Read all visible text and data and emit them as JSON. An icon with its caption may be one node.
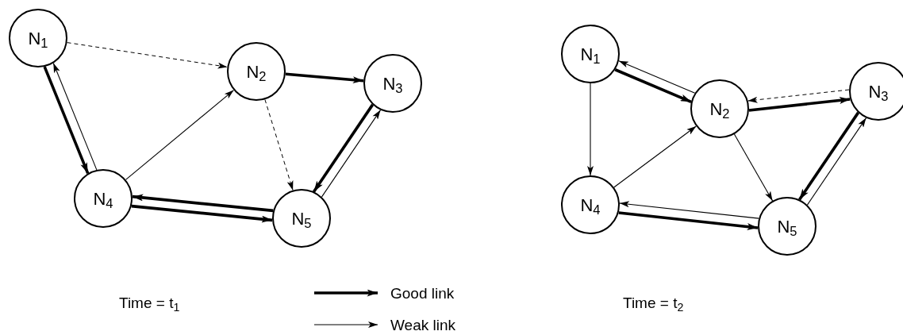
{
  "diagram": {
    "nodes": [
      {
        "text": [
          "N$_{1}$"
        ]
      },
      {
        "text": [
          "N$_{2}$"
        ]
      },
      {
        "text": [
          "N$_{3}$"
        ]
      },
      {
        "text": [
          "N$_{4}$"
        ]
      },
      {
        "text": [
          "N$_{5}$"
        ]
      },
      {
        "text": [
          "N$_{1}$"
        ]
      },
      {
        "text": [
          "N$_{2}$"
        ]
      },
      {
        "text": [
          "N$_{3}$"
        ]
      },
      {
        "text": [
          "N$_{4}$"
        ]
      },
      {
        "text": [
          "N$_{5}$"
        ]
      }
    ],
    "edges": [
      {
        "from": 0,
        "to": 1,
        "arrow": "to",
        "style": "dashed"
      },
      {
        "from": 1,
        "to": 2,
        "arrow": "to",
        "style": "thick"
      },
      {
        "from": 1,
        "to": 4,
        "arrow": "to",
        "style": "dashed"
      },
      {
        "from": 0,
        "to": 3,
        "arrow": "to",
        "style": "thick"
      },
      {
        "from": 3,
        "to": 0,
        "arrow": "to"
      },
      {
        "from": 3,
        "to": 1,
        "arrow": "to"
      },
      {
        "from": 2,
        "to": 4,
        "arrow": "to",
        "style": "thick"
      },
      {
        "from": 4,
        "to": 2,
        "arrow": "to"
      },
      {
        "from": 4,
        "to": 3,
        "arrow": "to",
        "style": "thick"
      },
      {
        "from": 3,
        "to": 4,
        "arrow": "to",
        "style": "thick"
      },
      {
        "from": 6,
        "to": 5,
        "arrow": "to"
      },
      {
        "from": 5,
        "to": 6,
        "arrow": "to",
        "style": "thick"
      },
      {
        "from": 6,
        "to": 7,
        "arrow": "to",
        "style": "thick"
      },
      {
        "from": 7,
        "to": 6,
        "arrow": "to",
        "style": "dashed"
      },
      {
        "from": 5,
        "to": 8,
        "arrow": "to"
      },
      {
        "from": 8,
        "to": 6,
        "arrow": "to"
      },
      {
        "from": 6,
        "to": 9,
        "arrow": "to"
      },
      {
        "from": 7,
        "to": 9,
        "arrow": "to",
        "style": "thick"
      },
      {
        "from": 9,
        "to": 7,
        "arrow": "to"
      },
      {
        "from": 9,
        "to": 8,
        "arrow": "to"
      },
      {
        "from": 8,
        "to": 9,
        "arrow": "to",
        "style": "thick"
      }
    ],
    "labels": [
      "Time = t$_{1}$",
      "Time = t$_{2}$"
    ],
    "legend": [
      {
        "text": "Good link"
      },
      {
        "text": "Weak link"
      }
    ]
  }
}
